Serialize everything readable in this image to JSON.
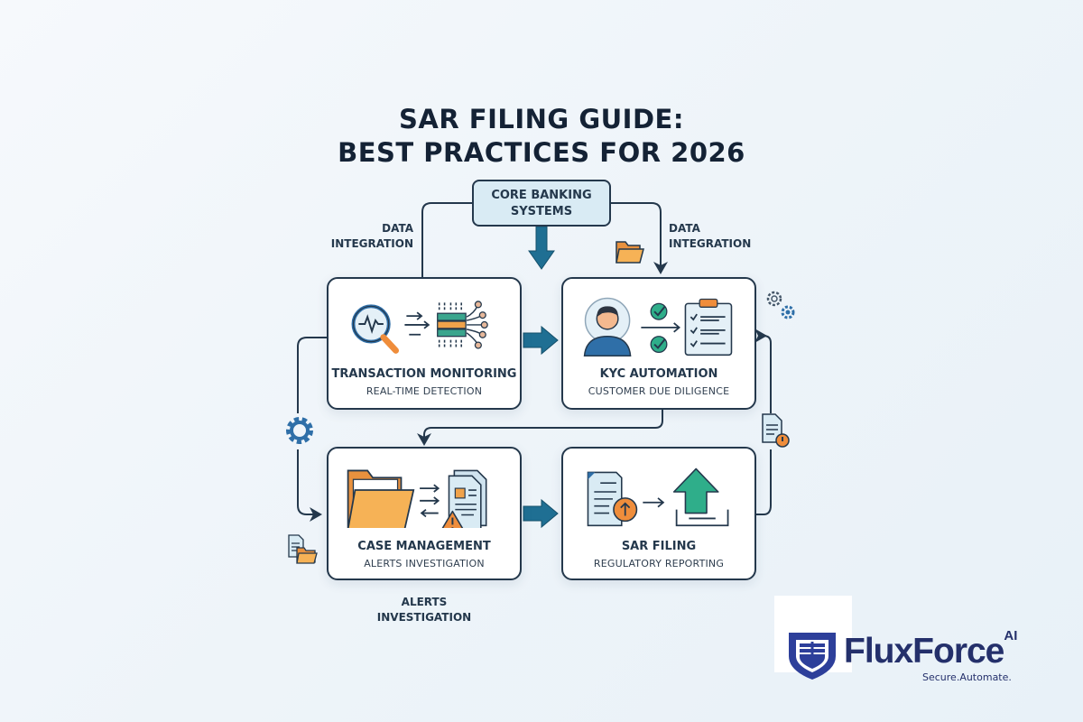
{
  "title": {
    "line1": "SAR FILING GUIDE:",
    "line2": "BEST PRACTICES FOR 2026"
  },
  "core": {
    "line1": "CORE BANKING",
    "line2": "SYSTEMS"
  },
  "labels": {
    "left_integration": {
      "line1": "DATA",
      "line2": "INTEGRATION"
    },
    "right_integration": {
      "line1": "DATA",
      "line2": "INTEGRATION"
    },
    "bottom_alerts": {
      "line1": "ALERTS",
      "line2": "INVESTIGATION"
    }
  },
  "cards": [
    {
      "title": "TRANSACTION MONITORING",
      "subtitle": "REAL-TIME DETECTION",
      "icons": [
        "magnifier-pulse-icon",
        "arrows-icon",
        "server-network-icon"
      ]
    },
    {
      "title": "KYC AUTOMATION",
      "subtitle": "CUSTOMER DUE DILIGENCE",
      "icons": [
        "user-avatar-icon",
        "check-circle-icon",
        "clipboard-checklist-icon"
      ]
    },
    {
      "title": "CASE MANAGEMENT",
      "subtitle": "ALERTS INVESTIGATION",
      "icons": [
        "folder-icon",
        "exchange-arrows-icon",
        "document-warning-icon"
      ]
    },
    {
      "title": "SAR FILING",
      "subtitle": "REGULATORY REPORTING",
      "icons": [
        "document-upload-icon",
        "arrow-icon",
        "upload-tray-icon"
      ]
    }
  ],
  "logo": {
    "brand": "FluxForce",
    "superscript": "AI",
    "tagline": "Secure.Automate."
  },
  "colors": {
    "navy": "#24384c",
    "teal_arrow": "#1f6f93",
    "orange": "#f0a24a",
    "green": "#2fae8a",
    "brand": "#24306b",
    "blue": "#2f6fa8"
  }
}
